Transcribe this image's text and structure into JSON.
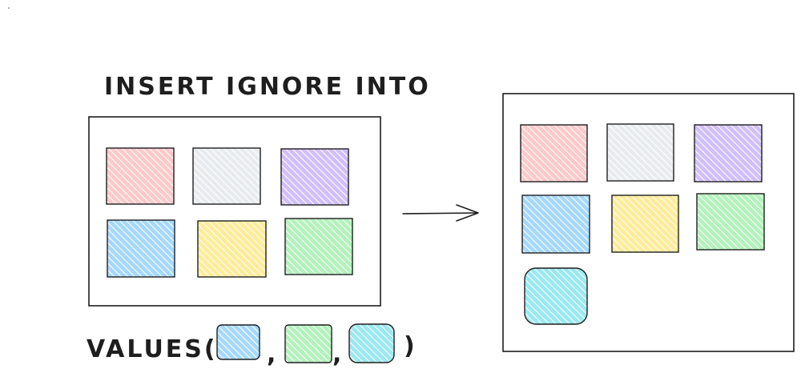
{
  "title": "INSERT IGNORE INTO",
  "values_label": "VALUES(",
  "close_paren": ")",
  "comma": ",",
  "colors": {
    "red": {
      "fill": "#ffc9c9",
      "stroke": "#e03131"
    },
    "gray": {
      "fill": "#e9ecef",
      "stroke": "#868e96"
    },
    "purple": {
      "fill": "#d0bfff",
      "stroke": "#9c36b5"
    },
    "blue": {
      "fill": "#a5d8ff",
      "stroke": "#1971c2"
    },
    "yellow": {
      "fill": "#ffec99",
      "stroke": "#f08c00"
    },
    "green": {
      "fill": "#b2f2bb",
      "stroke": "#2f9e44"
    },
    "cyan": {
      "fill": "#99e9f2",
      "stroke": "#0c8599"
    }
  },
  "source_table": {
    "rows": [
      "red",
      "gray",
      "purple",
      "blue",
      "yellow",
      "green"
    ]
  },
  "values_items": [
    "blue",
    "green",
    "cyan"
  ],
  "result_table": {
    "rows": [
      "red",
      "gray",
      "purple",
      "blue",
      "yellow",
      "green",
      "cyan"
    ]
  }
}
